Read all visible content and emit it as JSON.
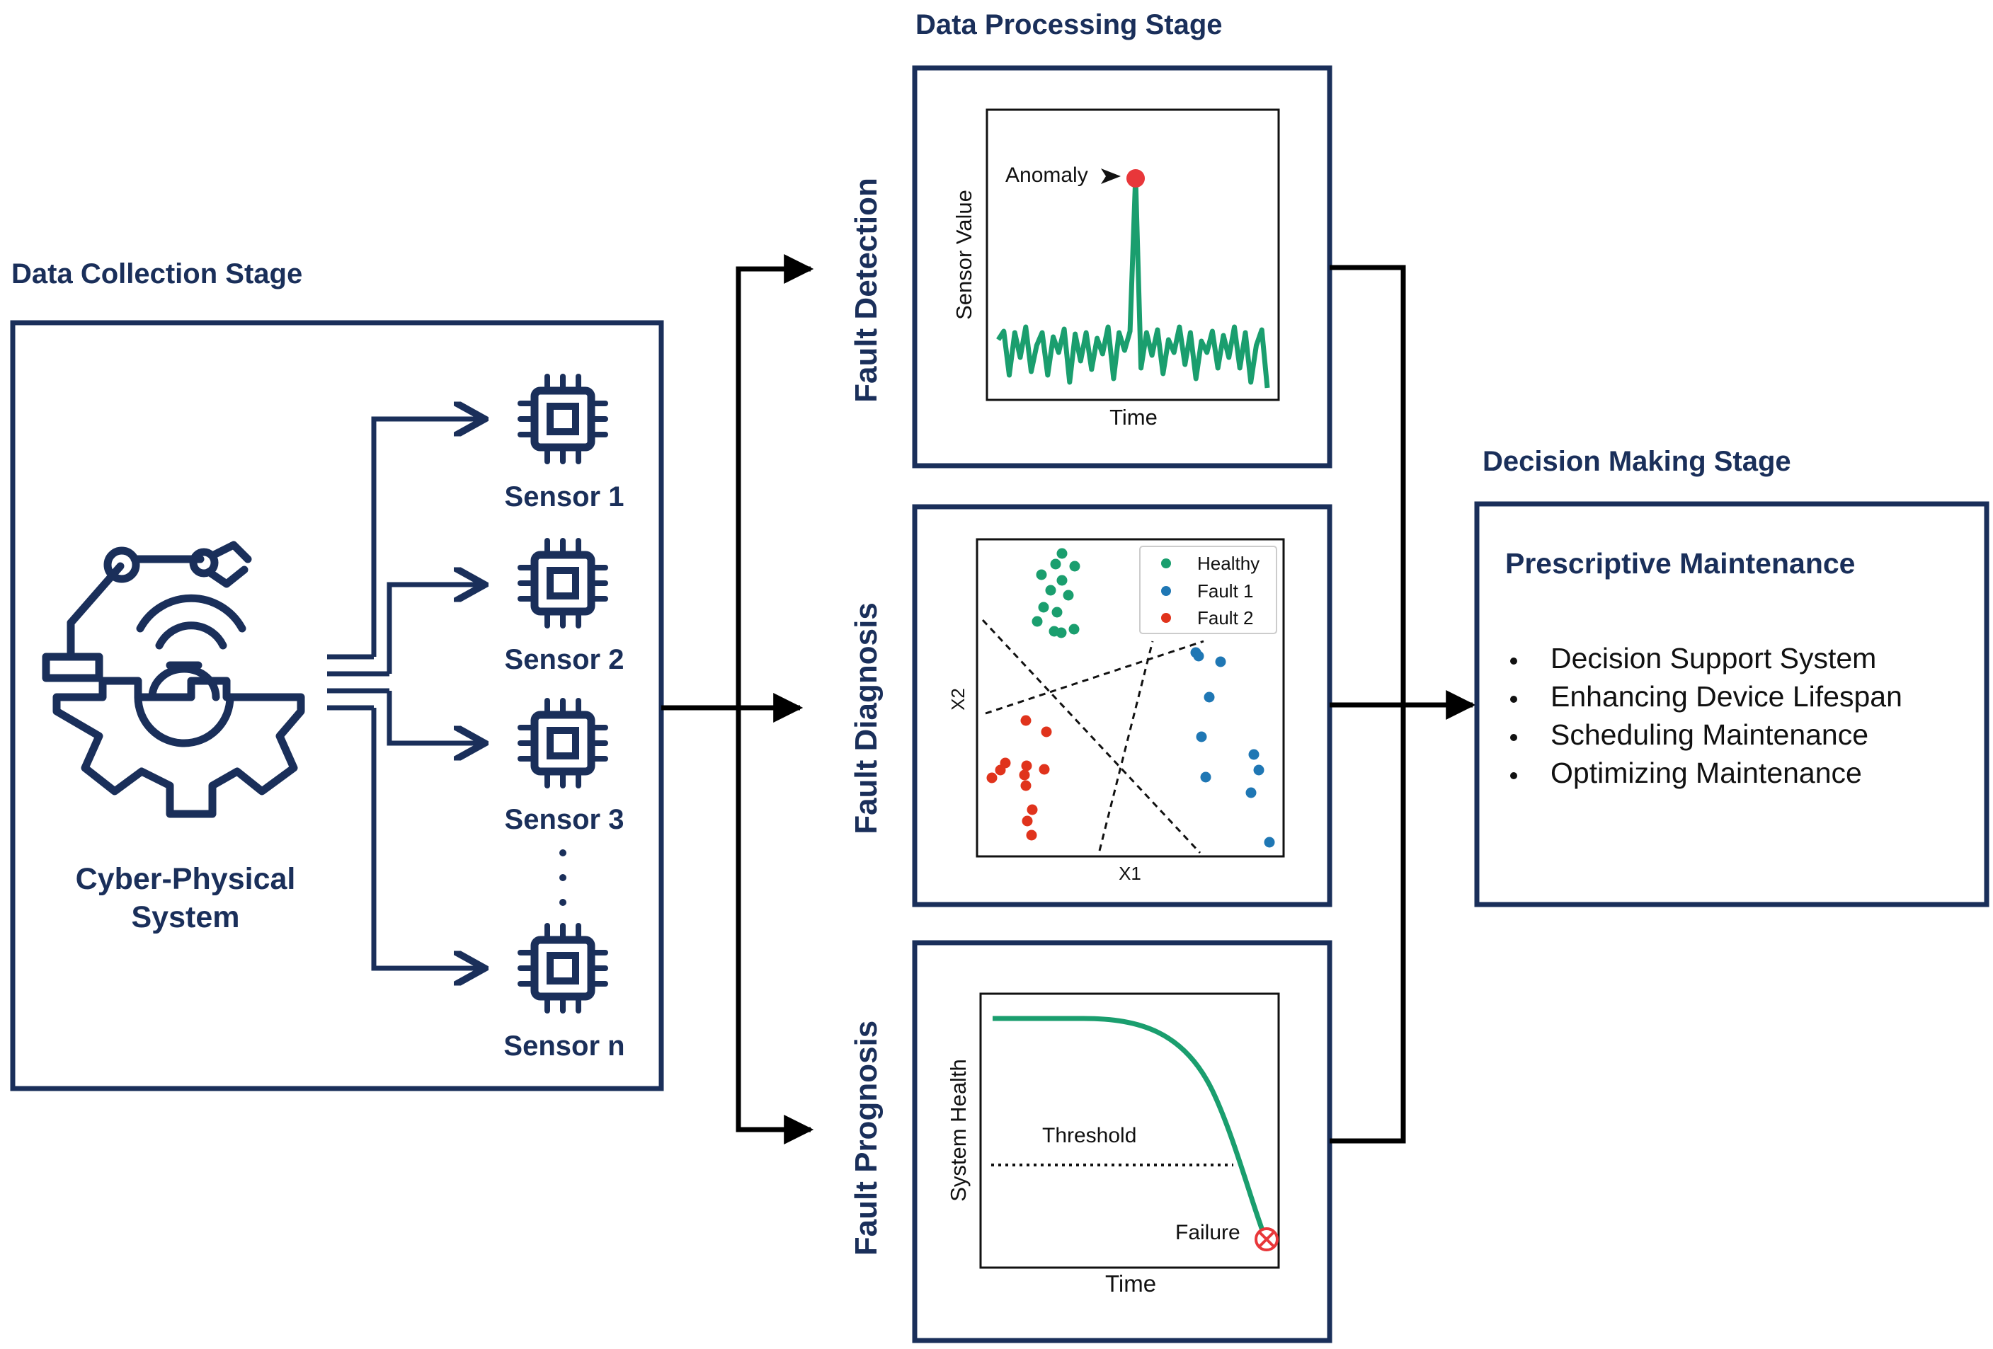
{
  "stages": {
    "collection_title": "Data Collection Stage",
    "processing_title": "Data Processing Stage",
    "decision_title": "Decision Making Stage"
  },
  "cps": {
    "label_line1": "Cyber-Physical",
    "label_line2": "System"
  },
  "sensors": [
    "Sensor 1",
    "Sensor 2",
    "Sensor 3",
    "Sensor n"
  ],
  "panels": {
    "detection": {
      "title": "Fault Detection",
      "ylabel": "Sensor Value",
      "xlabel": "Time",
      "annotation": "Anomaly"
    },
    "diagnosis": {
      "title": "Fault Diagnosis",
      "xlabel": "X1",
      "ylabel": "X2",
      "legend": [
        "Healthy",
        "Fault 1",
        "Fault 2"
      ]
    },
    "prognosis": {
      "title": "Fault Prognosis",
      "ylabel": "System Health",
      "xlabel": "Time",
      "threshold_label": "Threshold",
      "failure_label": "Failure"
    }
  },
  "decision": {
    "title": "Prescriptive Maintenance",
    "items": [
      "Decision Support System",
      "Enhancing Device Lifespan",
      "Scheduling Maintenance",
      "Optimizing Maintenance"
    ]
  },
  "colors": {
    "navy": "#1a2f5a",
    "healthy": "#1a9e6e",
    "fault1": "#1f77b4",
    "fault2": "#e0331c",
    "anomaly": "#e8373a",
    "line": "#1a9e6e"
  },
  "icons": [
    "robot-arm-gear-icon",
    "chip-icon",
    "arrow-icon",
    "failure-x-icon"
  ]
}
